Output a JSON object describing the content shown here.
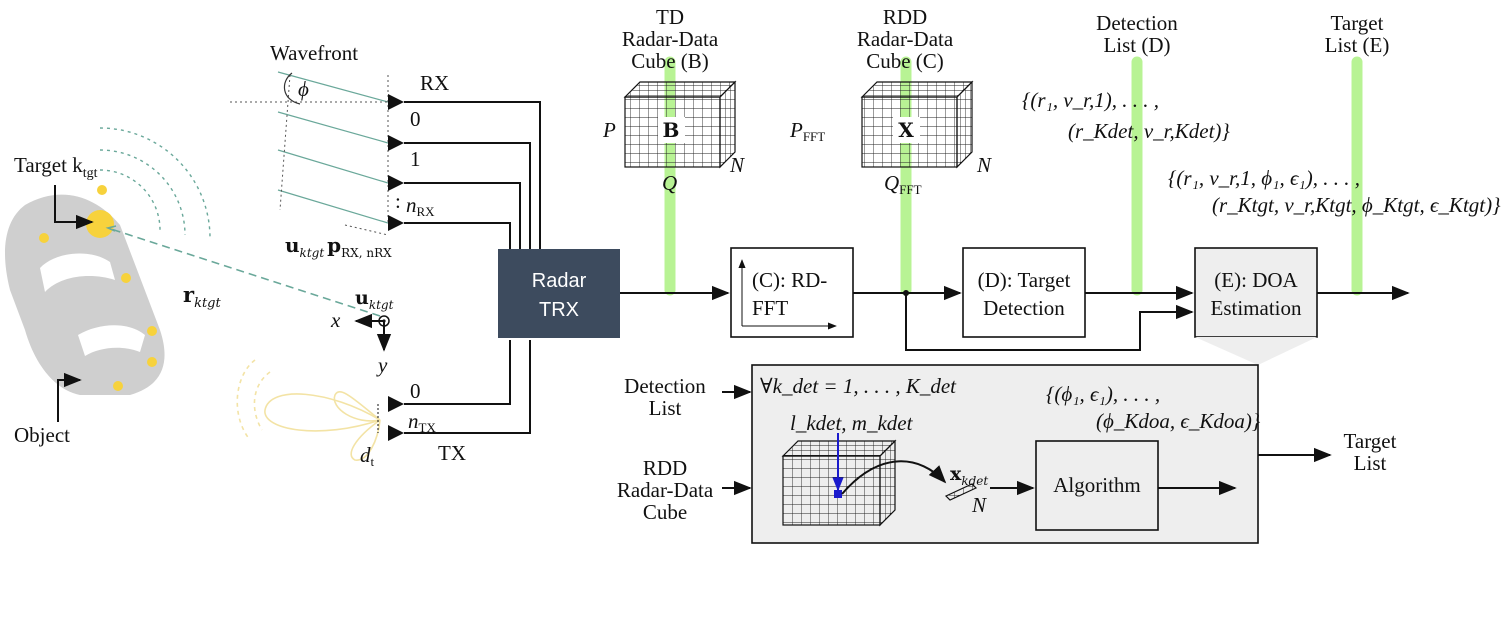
{
  "object": {
    "target_label": "Target k",
    "target_sub": "tgt",
    "object_label": "Object",
    "range_vector": "r",
    "range_sub": "ktgt"
  },
  "antenna": {
    "wavefront": "Wavefront",
    "phi": "ϕ",
    "rx_label": "RX",
    "rx_indices": [
      "0",
      "1",
      "n"
    ],
    "rx_n_sub": "RX",
    "rx_dots": ":",
    "position_label": "u",
    "position_sub": "ktgt",
    "position_p": "p",
    "position_p_sub": "RX, nRX",
    "u_axis": "u",
    "u_sub": "ktgt",
    "x_axis": "x",
    "y_axis": "y",
    "tx_label": "TX",
    "tx_indices": [
      "0",
      "n"
    ],
    "tx_n_sub": "TX",
    "dt": "d",
    "dt_sub": "t"
  },
  "radar": {
    "line1": "Radar",
    "line2": "TRX",
    "fill": "#3d4b5e"
  },
  "cube_b": {
    "title": [
      "TD",
      "Radar-Data",
      "Cube (B)"
    ],
    "symbol": "B",
    "dim_p": "P",
    "dim_q": "Q",
    "dim_n": "N"
  },
  "cube_c": {
    "title": [
      "RDD",
      "Radar-Data",
      "Cube (C)"
    ],
    "symbol": "X",
    "dim_p": "P",
    "dim_p_sub": "FFT",
    "dim_q": "Q",
    "dim_q_sub": "FFT",
    "dim_n": "N"
  },
  "detection_list_header": [
    "Detection",
    "List (D)"
  ],
  "target_list_header": [
    "Target",
    "List (E)"
  ],
  "detection_formula": [
    "{(r₁, v_r,1), . . . ,",
    "(r_Kdet, v_r,Kdet)}"
  ],
  "target_formula": [
    "{(r₁, v_r,1, ϕ₁, ϵ₁), . . . ,",
    "(r_Ktgt, v_r,Ktgt, ϕ_Ktgt, ϵ_Ktgt)}"
  ],
  "blocks": {
    "c": [
      "(C): RD-",
      "FFT"
    ],
    "d": [
      "(D): Target",
      "Detection"
    ],
    "e": [
      "(E): DOA",
      "Estimation"
    ]
  },
  "detail": {
    "input_detection": [
      "Detection",
      "List"
    ],
    "input_cube": [
      "RDD",
      "Radar-Data",
      "Cube"
    ],
    "loop": "∀k_det = 1, . . . , K_det",
    "indices": "l_kdet, m_kdet",
    "vector": "x",
    "vector_sub": "kdet",
    "vector_n": "N",
    "algorithm": "Algorithm",
    "doa_formula": [
      "{(ϕ₁, ϵ₁), . . . ,",
      "(ϕ_Kdoa, ϵ_Kdoa)}"
    ],
    "output": [
      "Target",
      "List"
    ]
  },
  "colors": {
    "highlight": "#b5f38f",
    "target_dot": "#f7d23c",
    "car": "#cfcfcf",
    "beam": "#f3e3a5",
    "teal": "#6aa89a",
    "marker": "#1a1acc"
  }
}
